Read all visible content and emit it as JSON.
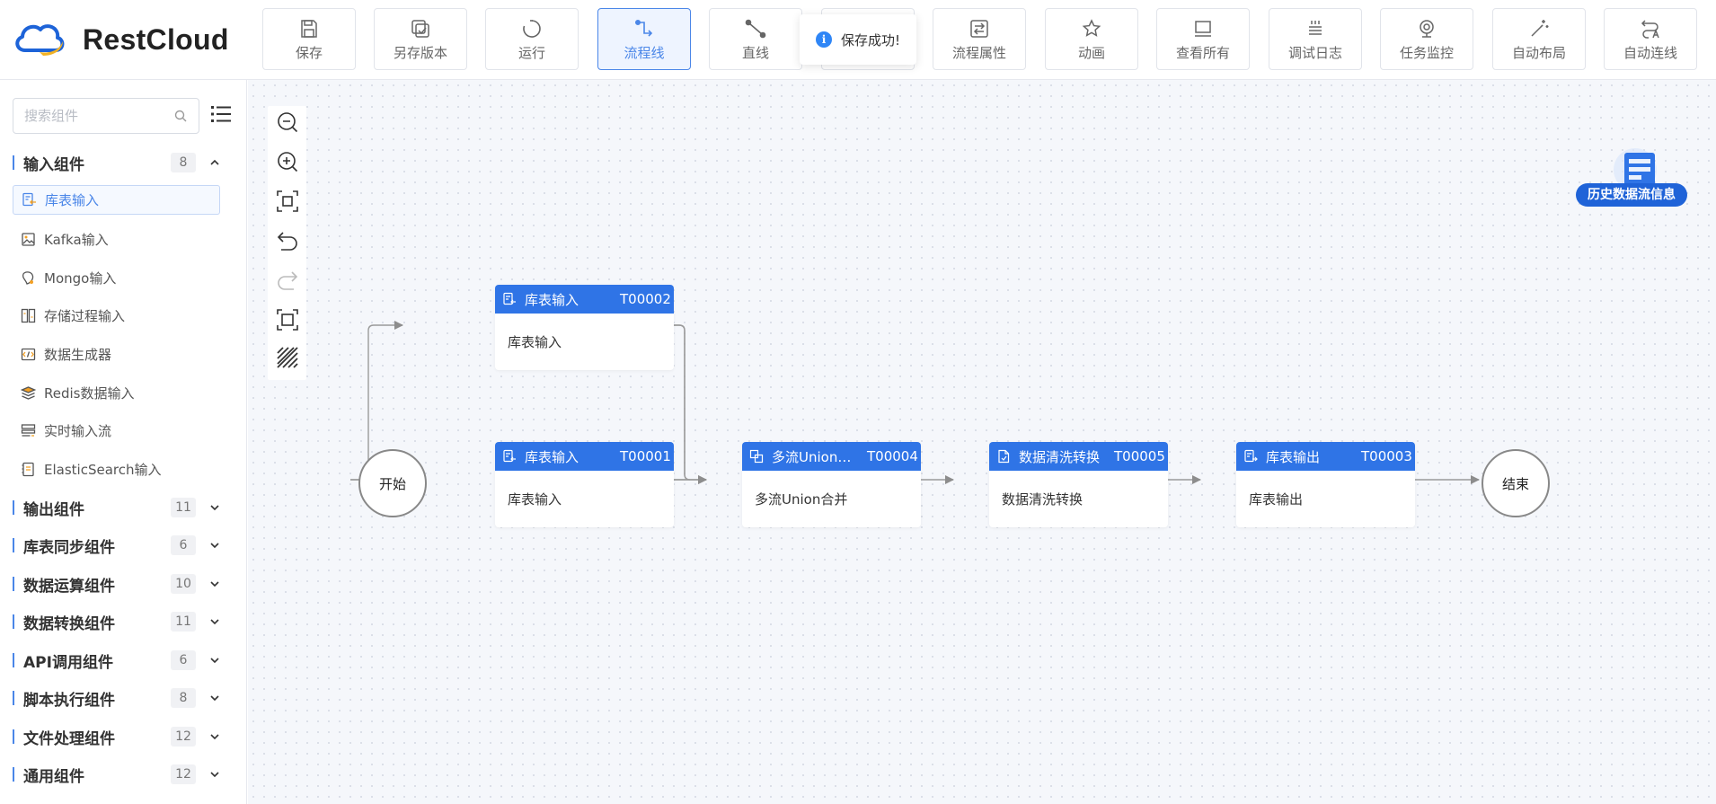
{
  "app": {
    "name": "RestCloud"
  },
  "toolbar": [
    {
      "label": "保存",
      "icon": "save-icon"
    },
    {
      "label": "另存版本",
      "icon": "save-as-icon"
    },
    {
      "label": "运行",
      "icon": "run-icon"
    },
    {
      "label": "流程线",
      "icon": "flowline-icon",
      "active": true
    },
    {
      "label": "直线",
      "icon": "straight-line-icon"
    },
    {
      "label": "",
      "icon": "hidden-button"
    },
    {
      "label": "流程属性",
      "icon": "process-props-icon"
    },
    {
      "label": "动画",
      "icon": "animation-icon"
    },
    {
      "label": "查看所有",
      "icon": "view-all-icon"
    },
    {
      "label": "调试日志",
      "icon": "debug-log-icon"
    },
    {
      "label": "任务监控",
      "icon": "task-monitor-icon"
    },
    {
      "label": "自动布局",
      "icon": "auto-layout-icon"
    },
    {
      "label": "自动连线",
      "icon": "auto-connect-icon"
    }
  ],
  "toast": {
    "text": "保存成功!"
  },
  "sidebar": {
    "search_placeholder": "搜索组件",
    "groups": [
      {
        "title": "输入组件",
        "count": "8",
        "expanded": true
      },
      {
        "title": "输出组件",
        "count": "11"
      },
      {
        "title": "库表同步组件",
        "count": "6"
      },
      {
        "title": "数据运算组件",
        "count": "10"
      },
      {
        "title": "数据转换组件",
        "count": "11"
      },
      {
        "title": "API调用组件",
        "count": "6"
      },
      {
        "title": "脚本执行组件",
        "count": "8"
      },
      {
        "title": "文件处理组件",
        "count": "12"
      },
      {
        "title": "通用组件",
        "count": "12"
      }
    ],
    "input_items": [
      {
        "label": "库表输入",
        "icon": "table-input-icon",
        "selected": true
      },
      {
        "label": "Kafka输入",
        "icon": "kafka-icon"
      },
      {
        "label": "Mongo输入",
        "icon": "mongo-icon"
      },
      {
        "label": "存储过程输入",
        "icon": "stored-procedure-icon"
      },
      {
        "label": "数据生成器",
        "icon": "data-generator-icon"
      },
      {
        "label": "Redis数据输入",
        "icon": "redis-icon"
      },
      {
        "label": "实时输入流",
        "icon": "realtime-stream-icon"
      },
      {
        "label": "ElasticSearch输入",
        "icon": "elasticsearch-icon"
      }
    ]
  },
  "canvas": {
    "history_label": "历史数据流信息",
    "start_label": "开始",
    "end_label": "结束",
    "nodes": [
      {
        "name": "库表输入",
        "id": "T00002",
        "body": "库表输入",
        "icon": "table-input-icon"
      },
      {
        "name": "库表输入",
        "id": "T00001",
        "body": "库表输入",
        "icon": "table-input-icon"
      },
      {
        "name": "多流Union合并",
        "id": "T00004",
        "body": "多流Union合并",
        "icon": "union-icon"
      },
      {
        "name": "数据清洗转换",
        "id": "T00005",
        "body": "数据清洗转换",
        "icon": "data-clean-icon"
      },
      {
        "name": "库表输出",
        "id": "T00003",
        "body": "库表输出",
        "icon": "table-output-icon"
      }
    ]
  },
  "colors": {
    "accent": "#2f74e6",
    "canvas_bg": "#f5f7fb",
    "active_btn_border": "#4a86e8"
  }
}
